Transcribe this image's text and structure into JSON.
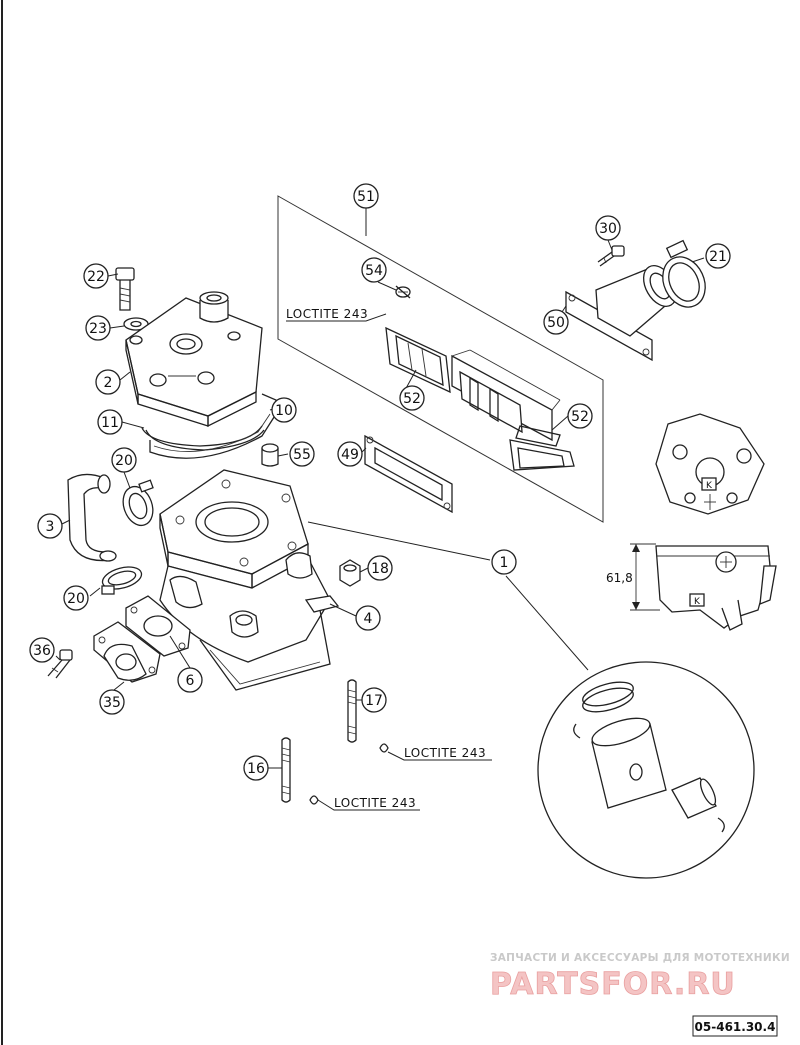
{
  "callouts": [
    {
      "id": "c51",
      "number": "51"
    },
    {
      "id": "c30",
      "number": "30"
    },
    {
      "id": "c21",
      "number": "21"
    },
    {
      "id": "c22",
      "number": "22"
    },
    {
      "id": "c54",
      "number": "54"
    },
    {
      "id": "c50",
      "number": "50"
    },
    {
      "id": "c23",
      "number": "23"
    },
    {
      "id": "c2",
      "number": "2"
    },
    {
      "id": "c52a",
      "number": "52"
    },
    {
      "id": "c11",
      "number": "11"
    },
    {
      "id": "c10",
      "number": "10"
    },
    {
      "id": "c52b",
      "number": "52"
    },
    {
      "id": "c49",
      "number": "49"
    },
    {
      "id": "c55",
      "number": "55"
    },
    {
      "id": "c20a",
      "number": "20"
    },
    {
      "id": "c3",
      "number": "3"
    },
    {
      "id": "c1",
      "number": "1"
    },
    {
      "id": "c18",
      "number": "18"
    },
    {
      "id": "c20b",
      "number": "20"
    },
    {
      "id": "c4",
      "number": "4"
    },
    {
      "id": "c36",
      "number": "36"
    },
    {
      "id": "c6",
      "number": "6"
    },
    {
      "id": "c35",
      "number": "35"
    },
    {
      "id": "c17",
      "number": "17"
    },
    {
      "id": "c16",
      "number": "16"
    }
  ],
  "loctite_labels": [
    "LOCTITE 243",
    "LOCTITE 243",
    "LOCTITE 243"
  ],
  "dimension_label": "61,8",
  "detail_marks": [
    "K",
    "K"
  ],
  "watermark": {
    "tagline": "ЗАПЧАСТИ И АКСЕССУАРЫ ДЛЯ МОТОТЕХНИКИ",
    "brand": "PARTSFOR.RU"
  },
  "diagram_code": "05-461.30.4"
}
